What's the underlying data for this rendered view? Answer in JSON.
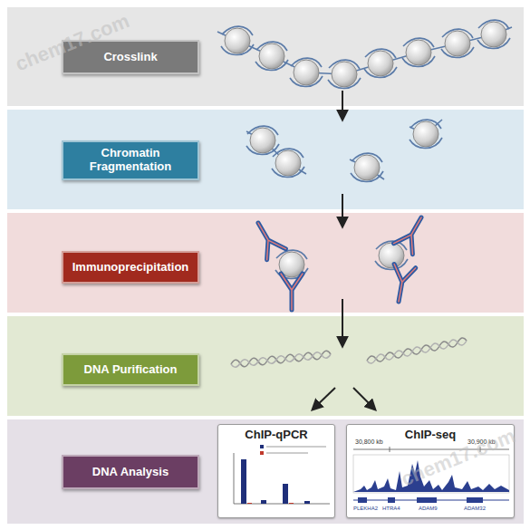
{
  "diagram": {
    "nodes": [
      {
        "text": [
          "Crosslink"
        ]
      },
      {
        "text": [
          "Chromatin Fragmentation"
        ]
      },
      {
        "text": [
          "Immunoprecipitation"
        ]
      },
      {
        "text": [
          "DNA Purification"
        ]
      },
      {
        "text": [
          "DNA Analysis"
        ]
      },
      {
        "text": [
          "ChIP-qPCR"
        ]
      },
      {
        "text": [
          "ChIP-seq"
        ]
      }
    ],
    "labels": [
      "chem17.com",
      "30,800 kb",
      "30,900 kb",
      "PLEKHA2",
      "HTRA4",
      "ADAM9",
      "ADAM32",
      "chem17.com"
    ]
  }
}
